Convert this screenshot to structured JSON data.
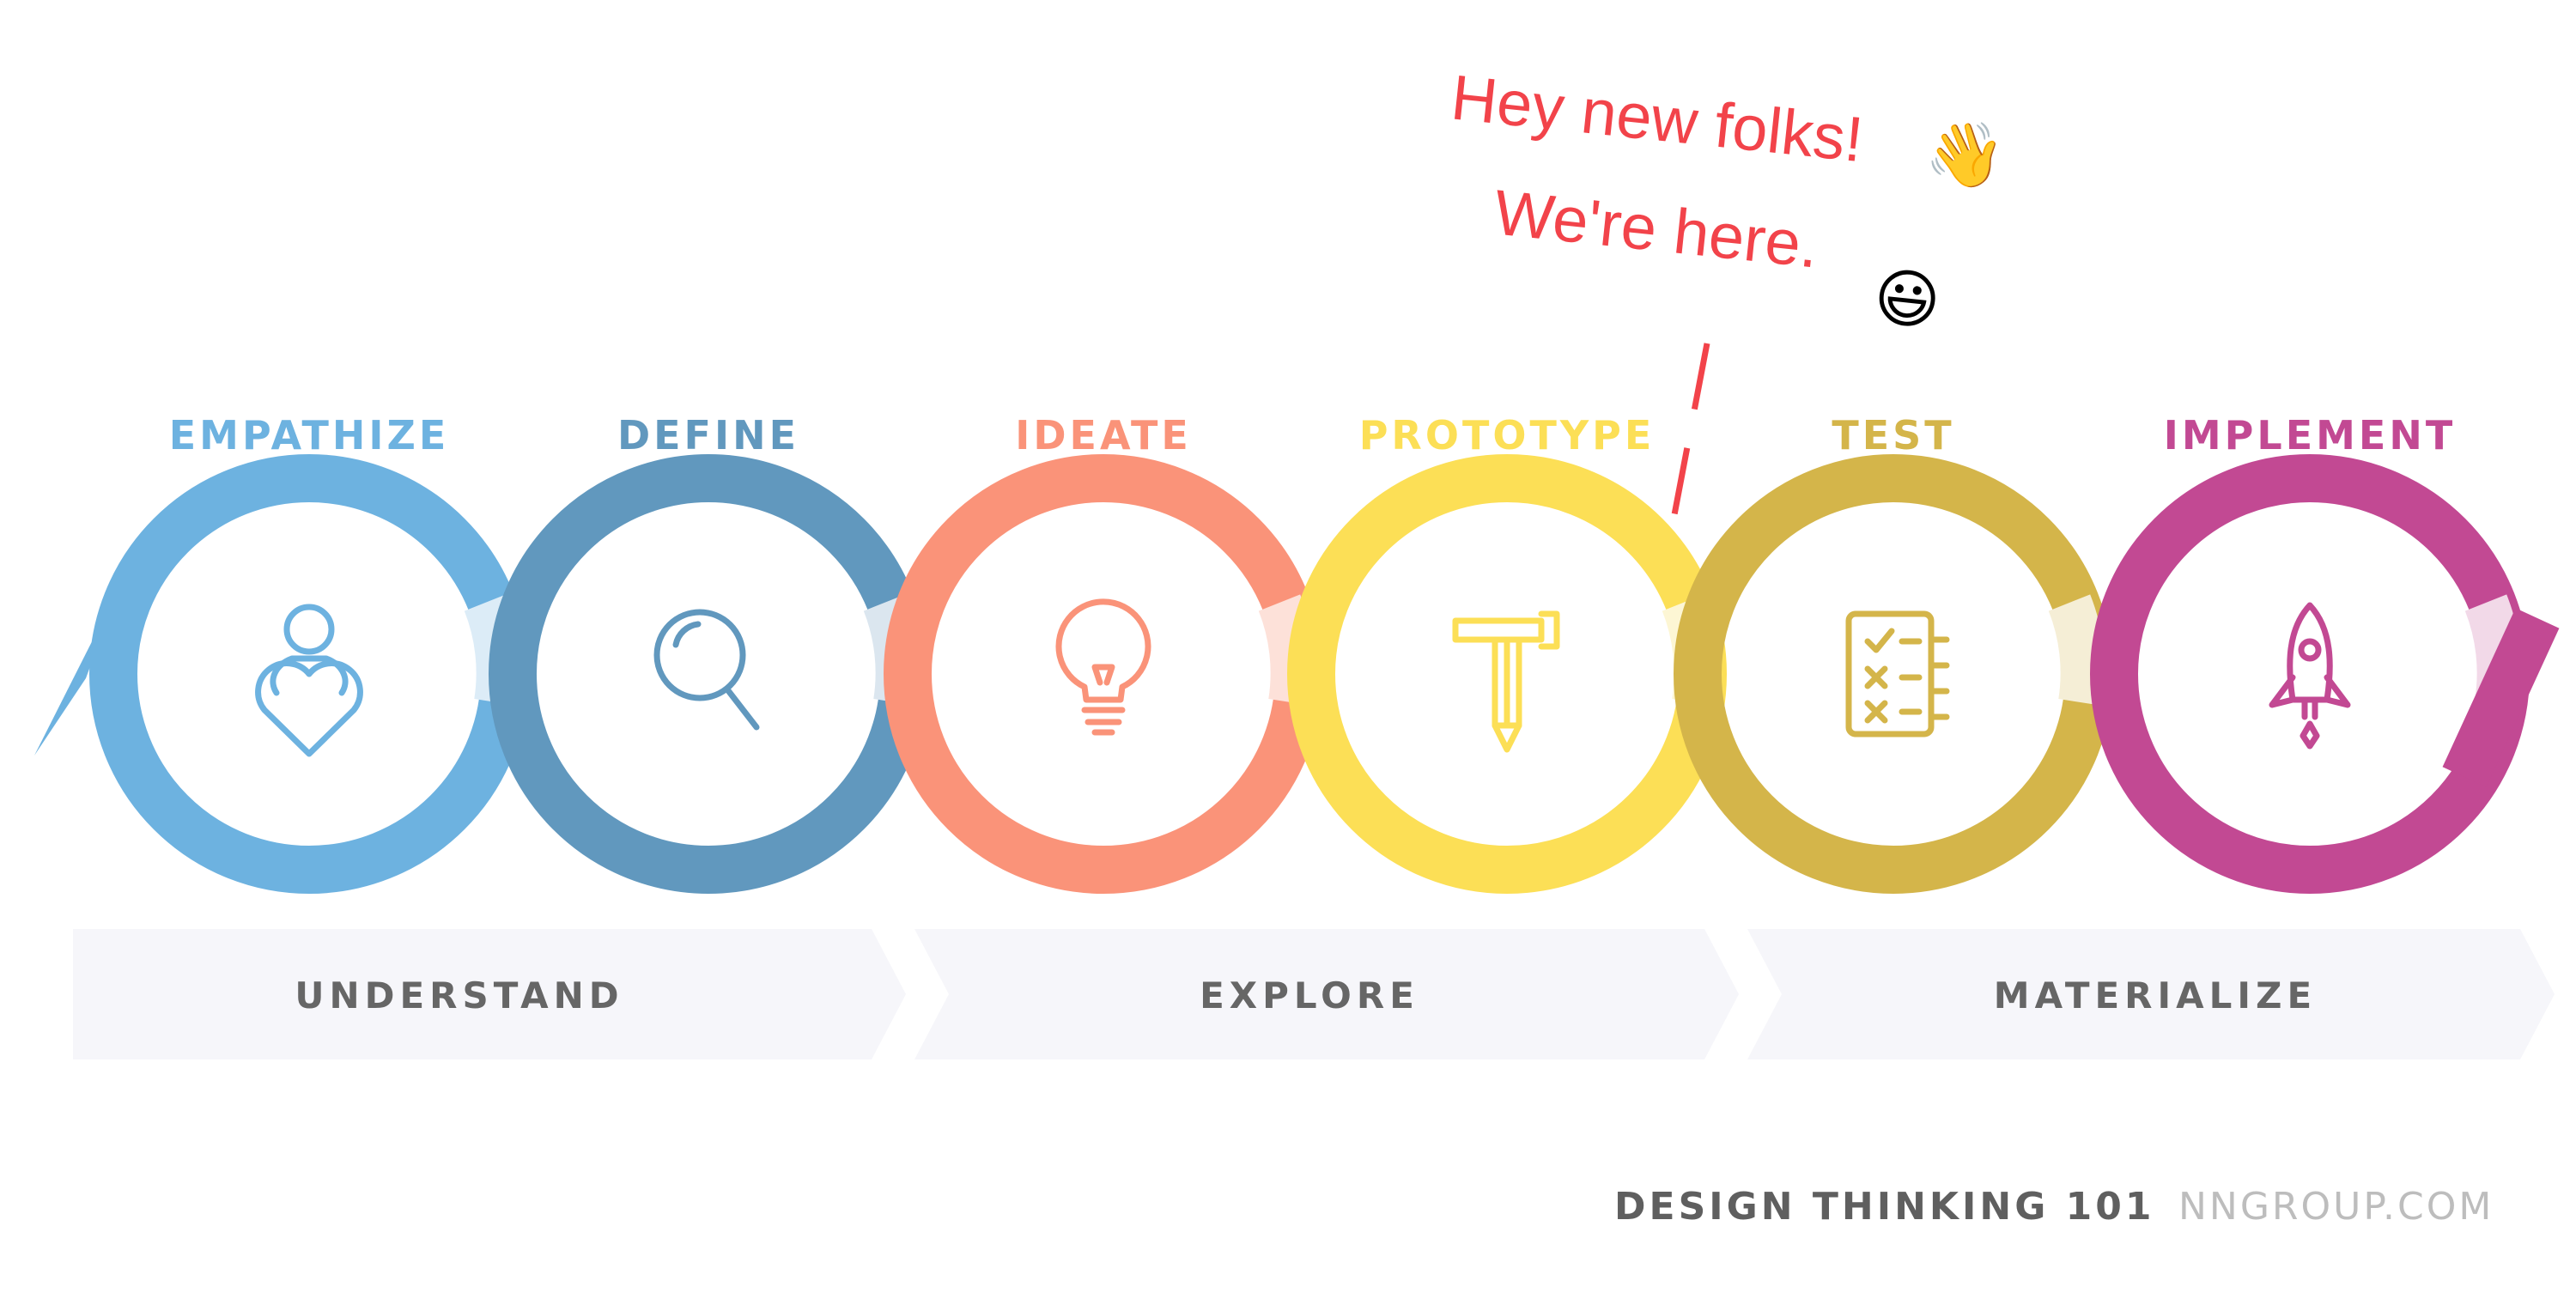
{
  "stages": [
    {
      "label": "EMPATHIZE",
      "color": "#6db2e0",
      "tint": "#dcecf7",
      "icon": "person-heart-icon"
    },
    {
      "label": "DEFINE",
      "color": "#6198be",
      "tint": "#dbe6ef",
      "icon": "magnifier-icon"
    },
    {
      "label": "IDEATE",
      "color": "#fa9379",
      "tint": "#fde1d9",
      "icon": "lightbulb-icon"
    },
    {
      "label": "PROTOTYPE",
      "color": "#fcdf56",
      "tint": "#fdf6d4",
      "icon": "hammer-pencil-icon"
    },
    {
      "label": "TEST",
      "color": "#d4b54a",
      "tint": "#f5eed6",
      "icon": "checklist-icon"
    },
    {
      "label": "IMPLEMENT",
      "color": "#c24993",
      "tint": "#f2d9e8",
      "icon": "rocket-icon"
    }
  ],
  "phases": [
    {
      "label": "UNDERSTAND"
    },
    {
      "label": "EXPLORE"
    },
    {
      "label": "MATERIALIZE"
    }
  ],
  "annotation": {
    "line1": "Hey new folks!",
    "line1_emoji": "👋",
    "line2": "We're here.",
    "line2_emoji": "😃",
    "color": "#f2434a"
  },
  "footer": {
    "title": "DESIGN THINKING 101",
    "site": "NNGROUP.COM"
  }
}
